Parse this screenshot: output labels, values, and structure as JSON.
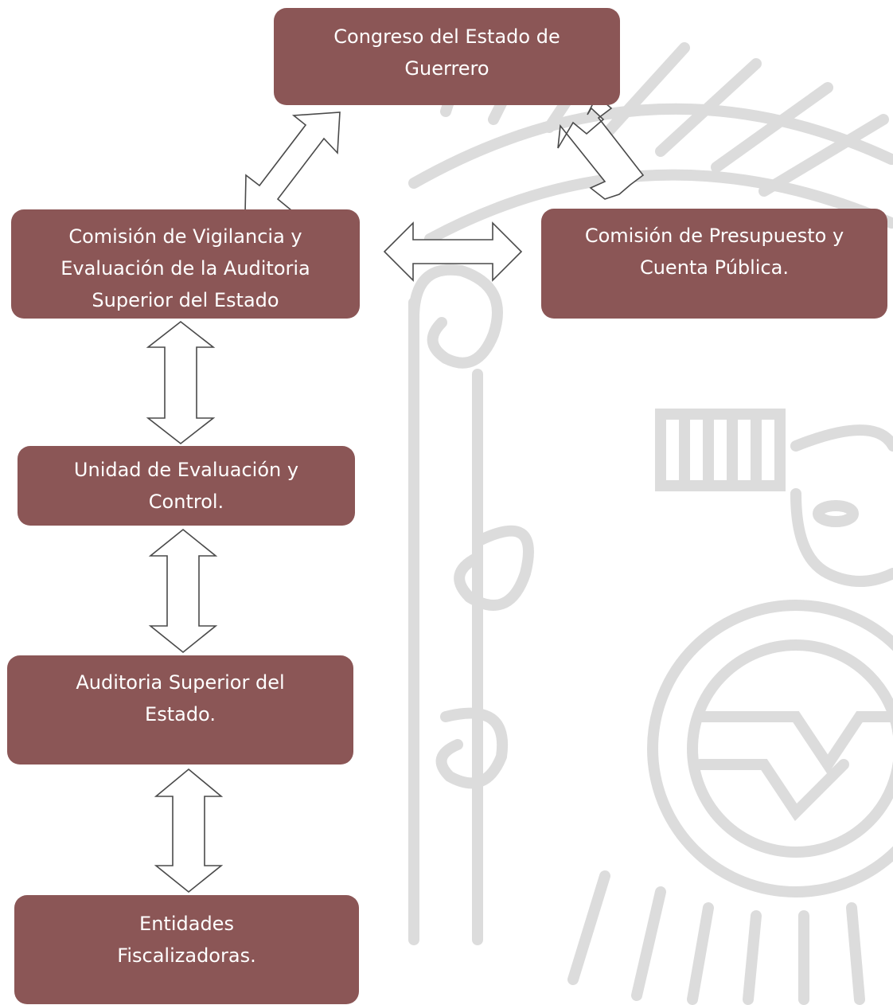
{
  "nodes": {
    "congreso": "Congreso del Estado de\nGuerrero",
    "vigilancia": "Comisión de Vigilancia y\nEvaluación de la Auditoria\nSuperior del Estado",
    "presupuesto": "Comisión de Presupuesto y\nCuenta Pública.",
    "unidad": "Unidad de Evaluación y\nControl.",
    "auditoria": "Auditoria Superior del\nEstado.",
    "entidades": "Entidades\nFiscalizadoras."
  },
  "colors": {
    "box_fill": "#8b5656",
    "box_text": "#ffffff",
    "arrow_fill": "#ffffff",
    "arrow_stroke": "#4a4a4a",
    "watermark": "#d9d9d9"
  },
  "connectors": [
    {
      "from": "congreso",
      "to": "vigilancia",
      "type": "double-arrow"
    },
    {
      "from": "congreso",
      "to": "presupuesto",
      "type": "double-arrow"
    },
    {
      "from": "vigilancia",
      "to": "presupuesto",
      "type": "double-arrow"
    },
    {
      "from": "vigilancia",
      "to": "unidad",
      "type": "double-arrow"
    },
    {
      "from": "unidad",
      "to": "auditoria",
      "type": "double-arrow"
    },
    {
      "from": "auditoria",
      "to": "entidades",
      "type": "double-arrow"
    }
  ],
  "watermark_icon": "aztec-emblem-watermark"
}
